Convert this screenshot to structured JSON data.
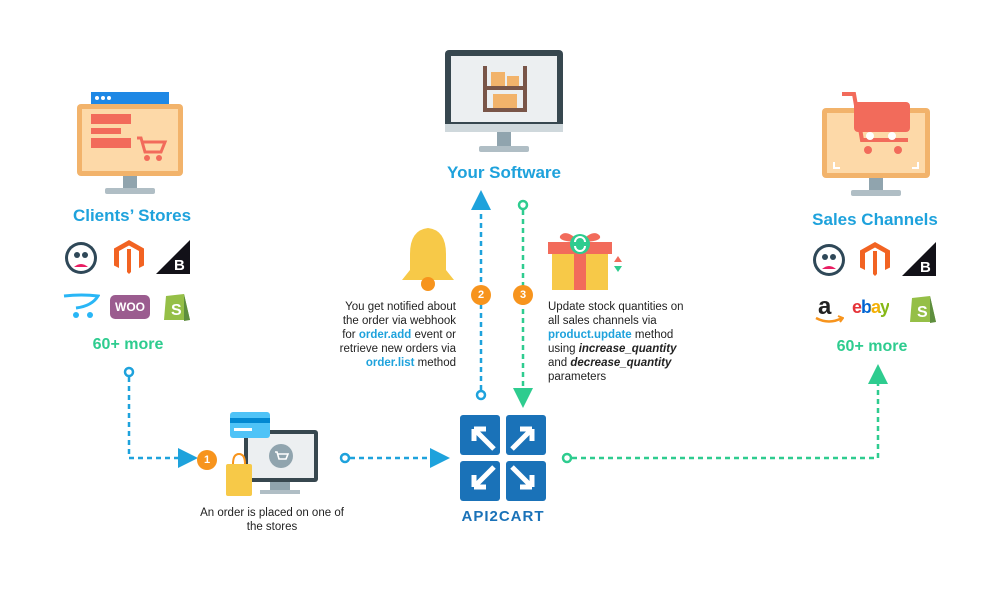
{
  "your_software": {
    "title": "Your Software"
  },
  "clients_stores": {
    "title": "Clients’ Stores",
    "more": "60+ more"
  },
  "sales_channels": {
    "title": "Sales Channels",
    "more": "60+ more",
    "ebay_text": "ebay"
  },
  "api2cart": {
    "label": "API2CART"
  },
  "steps": [
    {
      "number": "1",
      "text": "An order is placed on one of the stores"
    },
    {
      "number": "2",
      "text_parts": [
        "You get notified about the order via webhook for ",
        "order.add",
        " event or retrieve new orders via ",
        "order.list",
        " method"
      ]
    },
    {
      "number": "3",
      "text_parts": [
        "Update stock quantities on all sales channels via ",
        "product.update",
        " method using ",
        "increase_quantity",
        " and ",
        "decrease_quantity",
        " parameters"
      ]
    }
  ],
  "store_platforms": [
    "prestashop-icon",
    "magento-icon",
    "bigcommerce-icon",
    "opencart-icon",
    "woocommerce-icon",
    "shopify-icon"
  ],
  "channel_platforms": [
    "prestashop-icon",
    "magento-icon",
    "bigcommerce-icon",
    "amazon-icon",
    "ebay-icon",
    "shopify-icon"
  ],
  "woo_text": "WOO",
  "colors": {
    "blue": "#1ea2dc",
    "green": "#2ecc8f",
    "orange": "#f7941d",
    "dark": "#37474f"
  }
}
